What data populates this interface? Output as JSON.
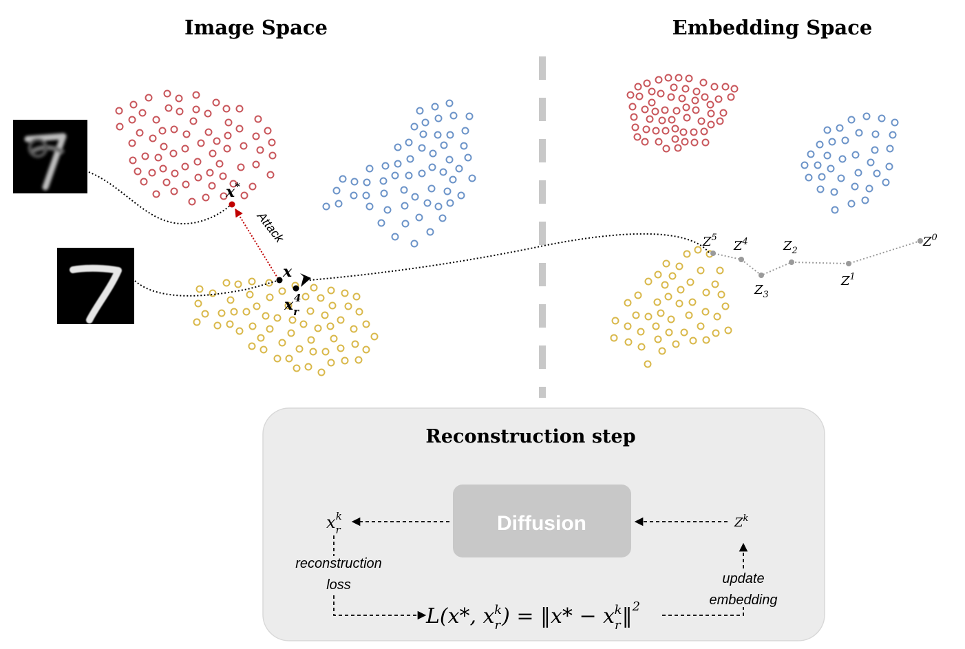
{
  "headers": {
    "image_space": "Image Space",
    "embedding_space": "Embedding Space"
  },
  "labels": {
    "attack": "Attack",
    "x_star_base": "x",
    "x_star_sup": "*",
    "x_base": "x",
    "xr4_base": "x",
    "xr4_sub": "r",
    "xr4_sup": "4",
    "z5_base": "Z",
    "z5_sup": "5",
    "z4_base": "Z",
    "z4_sup": "4",
    "z3_base": "Z",
    "z3_sub": "3",
    "z2_base": "Z",
    "z2_sub": "2",
    "z1_base": "Z",
    "z1_sup": "1",
    "z0_base": "Z",
    "z0_sup": "0"
  },
  "reconstruction": {
    "title": "Reconstruction step",
    "diffusion": "Diffusion",
    "zk_base": "Z",
    "zk_sup": "k",
    "xrk_base": "x",
    "xrk_sub": "r",
    "xrk_sup": "k",
    "recon_loss_line1": "reconstruction",
    "recon_loss_line2": "loss",
    "update_line1": "update",
    "update_line2": "embedding",
    "loss_formula_left": "L(x*, x",
    "loss_formula_mid": ") = ‖x* − x",
    "loss_formula_right_sup": "2",
    "loss_sub_r": "r",
    "loss_sup_k": "k"
  },
  "colors": {
    "red_cluster": "#c8555a",
    "blue_cluster": "#6b93c8",
    "yellow_cluster": "#d9b84a",
    "attack_red": "#c00000",
    "gray_path": "#9a9a9a",
    "divider": "#c8c8c8",
    "panel_bg": "#ececec",
    "diffusion_box": "#c8c8c8"
  },
  "images": {
    "digit_adv": "digit-seven-adversarial",
    "digit_clean": "digit-seven-clean"
  }
}
